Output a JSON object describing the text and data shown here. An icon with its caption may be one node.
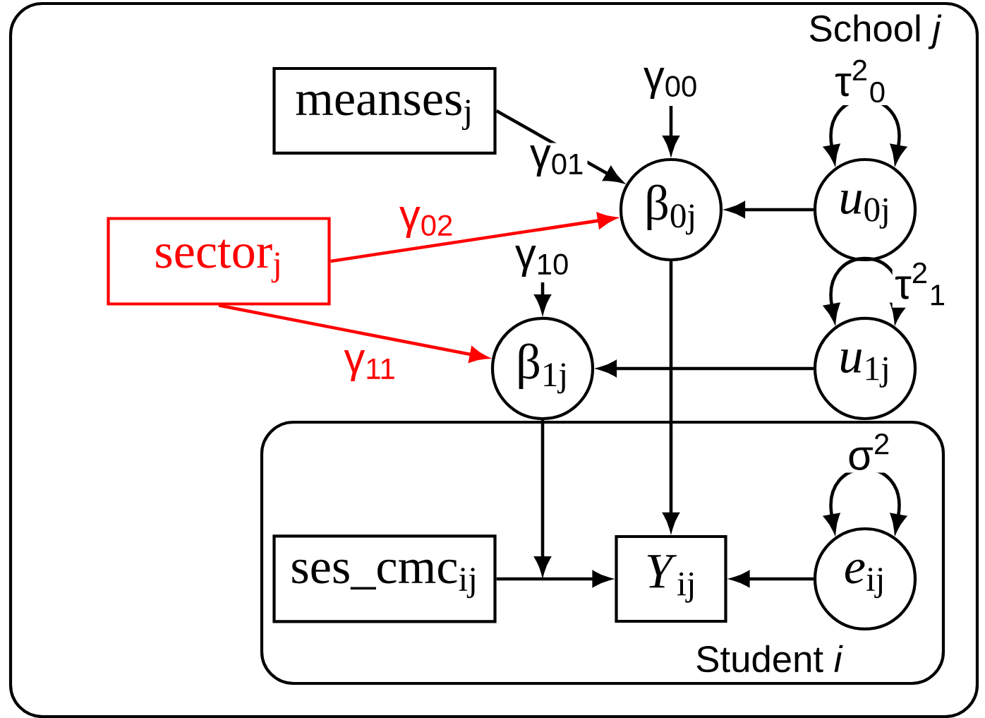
{
  "diagram": {
    "nodes": [
      {
        "text": [
          "School *j*"
        ]
      },
      {
        "text": [
          "meanses$_{j}$"
        ],
        "in": 0
      },
      {
        "text": [
          "sector$_{j}$"
        ],
        "in": 0
      },
      {
        "text": [
          "β$_{0j}$"
        ],
        "in": 0
      },
      {
        "text": [
          "*u*$_{0j}$"
        ],
        "in": 0
      },
      {
        "text": [
          "β$_{1j}$"
        ],
        "in": 0
      },
      {
        "text": [
          "*u*$_{1j}$"
        ],
        "in": 0
      },
      {
        "text": [
          "Student *i*"
        ],
        "in": 0
      },
      {
        "text": [
          "ses_cmc$_{ij}$"
        ],
        "in": 7
      },
      {
        "text": [
          "*Y*$_{ij}$"
        ],
        "in": 7
      },
      {
        "text": [
          "*e*$_{ij}$"
        ],
        "in": 7
      }
    ],
    "edges": [
      {
        "from": null,
        "to": 3,
        "arrow": "to",
        "label": "γ$_{00}$"
      },
      {
        "from": 1,
        "to": 3,
        "arrow": "to",
        "label": "γ$_{01}$"
      },
      {
        "from": 2,
        "to": 3,
        "arrow": "to",
        "label": "γ$_{02}$",
        "color": "#ff0000"
      },
      {
        "from": 4,
        "to": 4,
        "arrow": "both",
        "label": "τ$^{2}$$_{0}$"
      },
      {
        "from": 4,
        "to": 3,
        "arrow": "to"
      },
      {
        "from": null,
        "to": 5,
        "arrow": "to",
        "label": "γ$_{10}$"
      },
      {
        "from": 2,
        "to": 5,
        "arrow": "to",
        "label": "γ$_{11}$",
        "color": "#ff0000"
      },
      {
        "from": 6,
        "to": 6,
        "arrow": "both",
        "label": "τ$^{2}$$_{1}$"
      },
      {
        "from": 6,
        "to": 5,
        "arrow": "to"
      },
      {
        "from": 3,
        "to": 9,
        "arrow": "to"
      },
      {
        "from": 5,
        "to": null,
        "arrow": "to"
      },
      {
        "from": 10,
        "to": 10,
        "arrow": "both",
        "label": "σ$^{2}$"
      },
      {
        "from": 8,
        "to": 9,
        "arrow": "to"
      },
      {
        "from": 10,
        "to": 9,
        "arrow": "to"
      }
    ]
  }
}
